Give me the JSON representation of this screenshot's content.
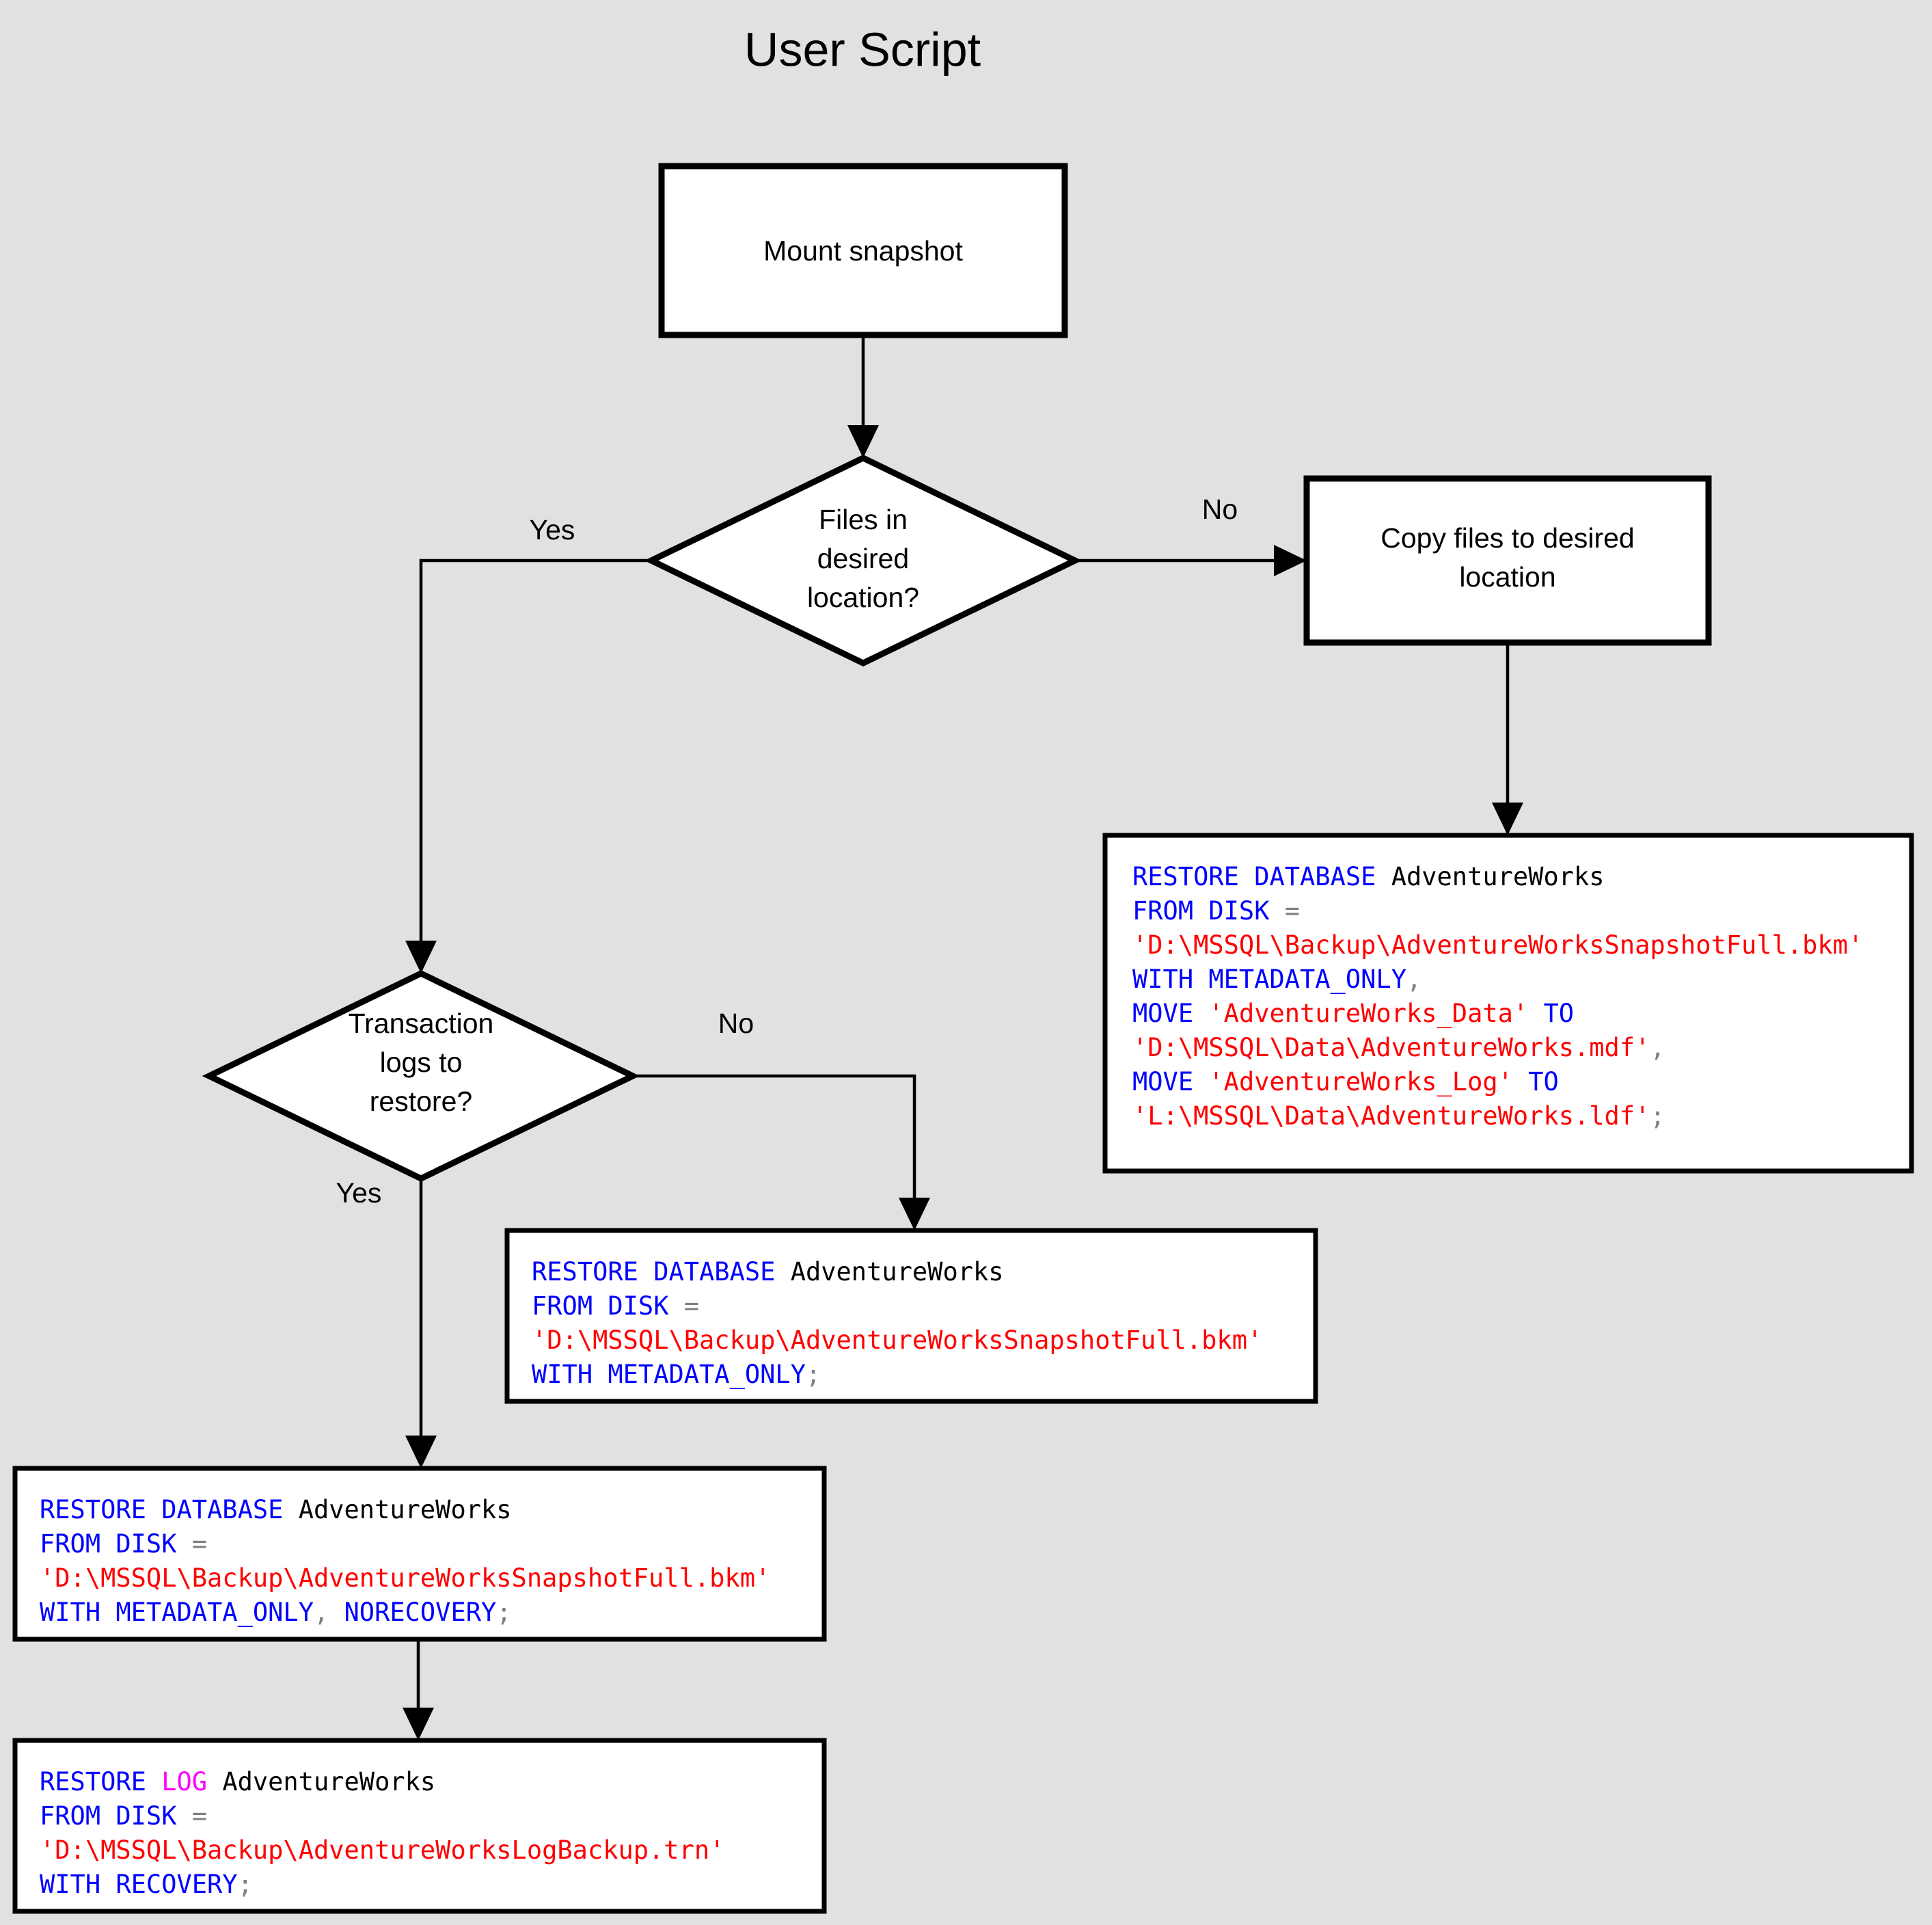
{
  "title": "User Script",
  "colors": {
    "background": "#e1e1e1",
    "shape_fill": "#ffffff",
    "shape_border": "#000000",
    "keyword": "#0000ff",
    "keyword_log": "#ff00ff",
    "string": "#ff0000",
    "identifier": "#000000",
    "punctuation": "#808080"
  },
  "nodes": {
    "mount_snapshot": {
      "label": "Mount snapshot",
      "shape": "process"
    },
    "files_in_location": {
      "line1": "Files in",
      "line2": "desired",
      "line3": "location?",
      "shape": "decision"
    },
    "copy_files": {
      "line1": "Copy files to desired",
      "line2": "location",
      "shape": "process"
    },
    "transaction_logs": {
      "line1": "Transaction",
      "line2": "logs to",
      "line3": "restore?",
      "shape": "decision"
    }
  },
  "edge_labels": {
    "files_yes": "Yes",
    "files_no": "No",
    "logs_no": "No",
    "logs_yes": "Yes"
  },
  "code_blocks": {
    "restore_with_move": {
      "lines": [
        [
          {
            "t": "RESTORE DATABASE ",
            "c": "kw"
          },
          {
            "t": "AdventureWorks",
            "c": "id"
          }
        ],
        [
          {
            "t": "FROM DISK ",
            "c": "kw"
          },
          {
            "t": "=",
            "c": "pun"
          }
        ],
        [
          {
            "t": "'D:\\MSSQL\\Backup\\AdventureWorksSnapshotFull.bkm'",
            "c": "str"
          }
        ],
        [
          {
            "t": "WITH METADATA_ONLY",
            "c": "kw"
          },
          {
            "t": ",",
            "c": "pun"
          }
        ],
        [
          {
            "t": "MOVE ",
            "c": "kw"
          },
          {
            "t": "'AdventureWorks_Data'",
            "c": "str"
          },
          {
            "t": " TO",
            "c": "kw"
          }
        ],
        [
          {
            "t": "'D:\\MSSQL\\Data\\AdventureWorks.mdf'",
            "c": "str"
          },
          {
            "t": ",",
            "c": "pun"
          }
        ],
        [
          {
            "t": "MOVE ",
            "c": "kw"
          },
          {
            "t": "'AdventureWorks_Log'",
            "c": "str"
          },
          {
            "t": " TO",
            "c": "kw"
          }
        ],
        [
          {
            "t": "'L:\\MSSQL\\Data\\AdventureWorks.ldf'",
            "c": "str"
          },
          {
            "t": ";",
            "c": "pun"
          }
        ]
      ]
    },
    "restore_metadata_only": {
      "lines": [
        [
          {
            "t": "RESTORE DATABASE ",
            "c": "kw"
          },
          {
            "t": "AdventureWorks",
            "c": "id"
          }
        ],
        [
          {
            "t": "FROM DISK ",
            "c": "kw"
          },
          {
            "t": "=",
            "c": "pun"
          }
        ],
        [
          {
            "t": "'D:\\MSSQL\\Backup\\AdventureWorksSnapshotFull.bkm'",
            "c": "str"
          }
        ],
        [
          {
            "t": "WITH METADATA_ONLY",
            "c": "kw"
          },
          {
            "t": ";",
            "c": "pun"
          }
        ]
      ]
    },
    "restore_norecovery": {
      "lines": [
        [
          {
            "t": "RESTORE DATABASE ",
            "c": "kw"
          },
          {
            "t": "AdventureWorks",
            "c": "id"
          }
        ],
        [
          {
            "t": "FROM DISK ",
            "c": "kw"
          },
          {
            "t": "=",
            "c": "pun"
          }
        ],
        [
          {
            "t": "'D:\\MSSQL\\Backup\\AdventureWorksSnapshotFull.bkm'",
            "c": "str"
          }
        ],
        [
          {
            "t": "WITH METADATA_ONLY",
            "c": "kw"
          },
          {
            "t": ", ",
            "c": "pun"
          },
          {
            "t": "NORECOVERY",
            "c": "kw"
          },
          {
            "t": ";",
            "c": "pun"
          }
        ]
      ]
    },
    "restore_log": {
      "lines": [
        [
          {
            "t": "RESTORE ",
            "c": "kw"
          },
          {
            "t": "LOG",
            "c": "kw2"
          },
          {
            "t": " AdventureWorks",
            "c": "id"
          }
        ],
        [
          {
            "t": "FROM DISK ",
            "c": "kw"
          },
          {
            "t": "=",
            "c": "pun"
          }
        ],
        [
          {
            "t": "'D:\\MSSQL\\Backup\\AdventureWorksLogBackup.trn'",
            "c": "str"
          }
        ],
        [
          {
            "t": "WITH RECOVERY",
            "c": "kw"
          },
          {
            "t": ";",
            "c": "pun"
          }
        ]
      ]
    }
  }
}
